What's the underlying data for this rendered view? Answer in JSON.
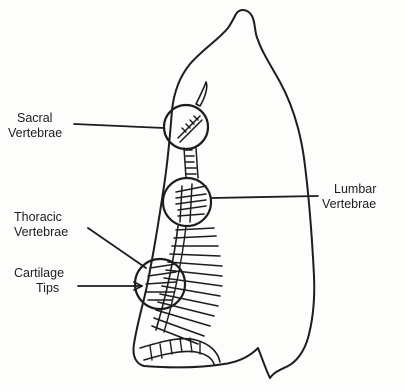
{
  "labels": {
    "sacral": {
      "line1": "Sacral",
      "line2": "Vertebrae"
    },
    "lumbar": {
      "line1": "Lumbar",
      "line2": "Vertebrae"
    },
    "thoracic": {
      "line1": "Thoracic",
      "line2": "Vertebrae"
    },
    "cartilage": {
      "line1": "Cartilage",
      "line2": "Tips"
    }
  },
  "colors": {
    "ink": "#1d1d1d",
    "paper": "#fdfdfc"
  }
}
